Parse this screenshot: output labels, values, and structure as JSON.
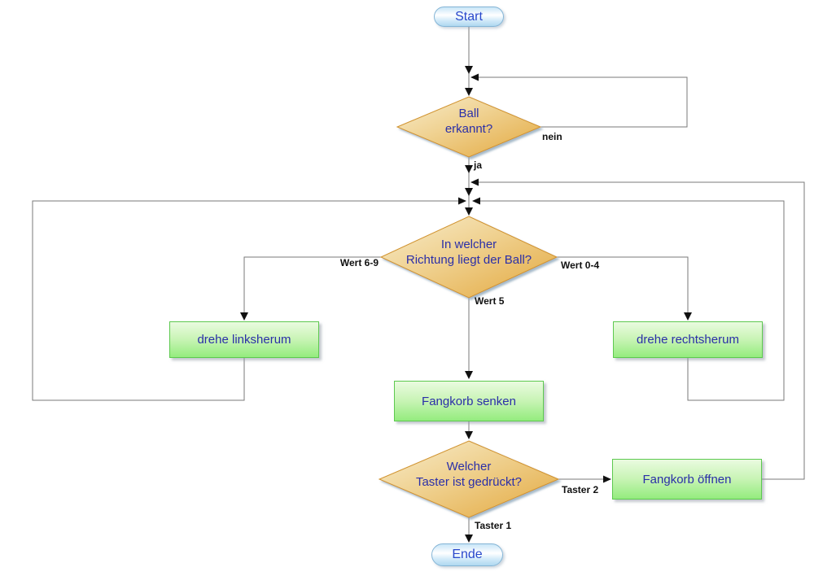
{
  "diagram": {
    "type": "flowchart",
    "nodes": {
      "start": {
        "type": "terminal",
        "label": "Start"
      },
      "ball_erkannt": {
        "type": "decision",
        "line1": "Ball",
        "line2": "erkannt?"
      },
      "richtung": {
        "type": "decision",
        "line1": "In welcher",
        "line2": "Richtung liegt der Ball?"
      },
      "drehe_links": {
        "type": "process",
        "label": "drehe linksherum"
      },
      "drehe_rechts": {
        "type": "process",
        "label": "drehe rechtsherum"
      },
      "fangkorb_senken": {
        "type": "process",
        "label": "Fangkorb senken"
      },
      "taster": {
        "type": "decision",
        "line1": "Welcher",
        "line2": "Taster ist gedrückt?"
      },
      "fangkorb_oeffnen": {
        "type": "process",
        "label": "Fangkorb öffnen"
      },
      "ende": {
        "type": "terminal",
        "label": "Ende"
      }
    },
    "edge_labels": {
      "ja": "ja",
      "nein": "nein",
      "wert_6_9": "Wert 6-9",
      "wert_0_4": "Wert 0-4",
      "wert_5": "Wert 5",
      "taster_1": "Taster 1",
      "taster_2": "Taster 2"
    },
    "colors": {
      "decision_fill_light": "#F8EDCD",
      "decision_fill_dark": "#E3A83E",
      "decision_border": "#D0922E",
      "process_fill_light": "#EAFBE0",
      "process_fill_dark": "#94EC7E",
      "process_border": "#5DC94F",
      "terminal_fill_top": "#C9E6F8",
      "terminal_fill_bottom": "#AFD8F0",
      "terminal_border": "#85B5D6",
      "node_text": "#2B2FA8",
      "terminal_text": "#2948CC",
      "connector": "#7A7A7A",
      "arrowhead": "#111111",
      "edge_label_text": "#111111"
    }
  }
}
